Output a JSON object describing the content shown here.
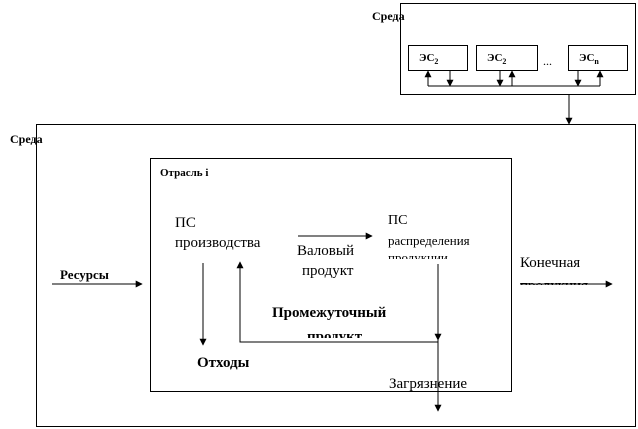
{
  "env_top": {
    "label": "Среда",
    "es_boxes": [
      {
        "base": "ЭС",
        "sub": "2"
      },
      {
        "base": "ЭС",
        "sub": "2"
      },
      {
        "base": "ЭС",
        "sub": "n"
      }
    ],
    "ellipsis": "..."
  },
  "env_main": {
    "label": "Среда"
  },
  "industry": {
    "label": "Отрасль i",
    "production_line1": "ПС",
    "production_line2": "производства",
    "gross_line1": "Валовый",
    "gross_line2": "продукт",
    "distribution_line1": "ПС",
    "distribution_line2": "распределения",
    "distribution_line3": "продукции",
    "intermediate_line1": "Промежуточный",
    "intermediate_line2": "продукт",
    "waste": "Отходы"
  },
  "resources": "Ресурсы",
  "final_line1": "Конечная",
  "final_line2": "продукция",
  "pollution": "Загрязнение"
}
